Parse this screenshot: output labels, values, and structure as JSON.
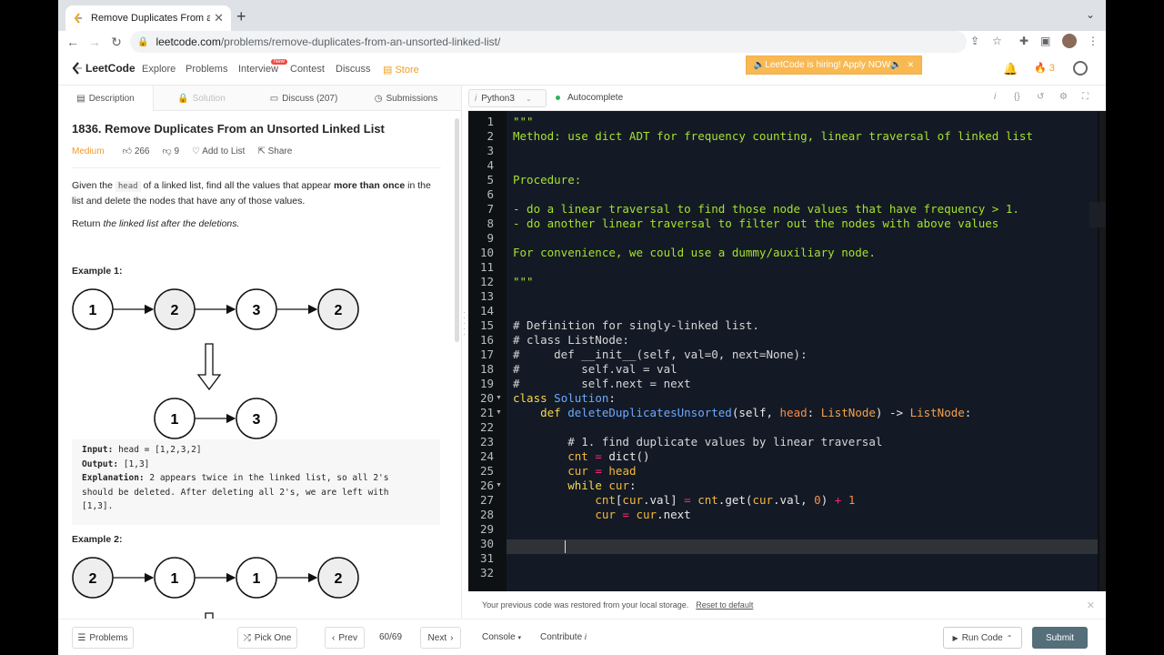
{
  "browser": {
    "tab_title": "Remove Duplicates From an U",
    "tab_close": "✕",
    "new_tab": "+",
    "url_host": "leetcode.com",
    "url_path": "/problems/remove-duplicates-from-an-unsorted-linked-list/"
  },
  "nav": {
    "logo": "LeetCode",
    "links": [
      "Explore",
      "Problems",
      "Interview",
      "Contest",
      "Discuss"
    ],
    "store": "Store",
    "new_badge": "New",
    "hiring": "🔈LeetCode is hiring! Apply NOW🔈",
    "hiring_close": "✕",
    "streak": "3"
  },
  "left_tabs": {
    "description": "Description",
    "solution": "Solution",
    "discuss": "Discuss (207)",
    "submissions": "Submissions"
  },
  "problem": {
    "title": "1836. Remove Duplicates From an Unsorted Linked List",
    "difficulty": "Medium",
    "likes": "266",
    "dislikes": "9",
    "add_to_list": "Add to List",
    "share": "Share",
    "p1_a": "Given the",
    "p1_code": "head",
    "p1_b": "of a linked list, find all the values that appear",
    "p1_bold": "more than once",
    "p1_c": "in the list and delete the nodes that have any of those values.",
    "p2_a": "Return",
    "p2_italic": "the linked list after the deletions.",
    "example1_heading": "Example 1:",
    "example1_in_nodes": [
      "1",
      "2",
      "3",
      "2"
    ],
    "example1_out_nodes": [
      "1",
      "3"
    ],
    "example1_input_label": "Input:",
    "example1_input": "head = [1,2,3,2]",
    "example1_output_label": "Output:",
    "example1_output": "[1,3]",
    "example1_expl_label": "Explanation:",
    "example1_expl_l1": "2 appears twice in the linked list, so all 2's",
    "example1_expl_l2": "should be deleted. After deleting all 2's, we are left with",
    "example1_expl_l3": "[1,3].",
    "example2_heading": "Example 2:",
    "example2_in_nodes": [
      "2",
      "1",
      "1",
      "2"
    ]
  },
  "editor": {
    "language": "Python3",
    "autocomplete": "Autocomplete",
    "line_numbers": [
      "1",
      "2",
      "3",
      "4",
      "5",
      "6",
      "7",
      "8",
      "9",
      "10",
      "11",
      "12",
      "13",
      "14",
      "15",
      "16",
      "17",
      "18",
      "19",
      "20",
      "21",
      "22",
      "23",
      "24",
      "25",
      "26",
      "27",
      "28",
      "29",
      "30",
      "31",
      "32"
    ],
    "code": {
      "l1": "\"\"\"",
      "l2": "Method: use dict ADT for frequency counting, linear traversal of linked list",
      "l5": "Procedure:",
      "l7": "- do a linear traversal to find those node values that have frequency > 1.",
      "l8": "- do another linear traversal to filter out the nodes with above values",
      "l10": "For convenience, we could use a dummy/auxiliary node.",
      "l12": "\"\"\"",
      "l15": "# Definition for singly-linked list.",
      "l16": "# class ListNode:",
      "l17": "#     def __init__(self, val=0, next=None):",
      "l18": "#         self.val = val",
      "l19": "#         self.next = next",
      "l23": "        # 1. find duplicate values by linear traversal"
    },
    "restore_msg": "Your previous code was restored from your local storage.",
    "reset": "Reset to default",
    "restore_close": "✕"
  },
  "bottom": {
    "problems": "Problems",
    "pick_one": "Pick One",
    "prev": "Prev",
    "counter": "60/69",
    "next": "Next",
    "console": "Console",
    "contribute": "Contribute",
    "run": "Run Code",
    "submit": "Submit"
  }
}
